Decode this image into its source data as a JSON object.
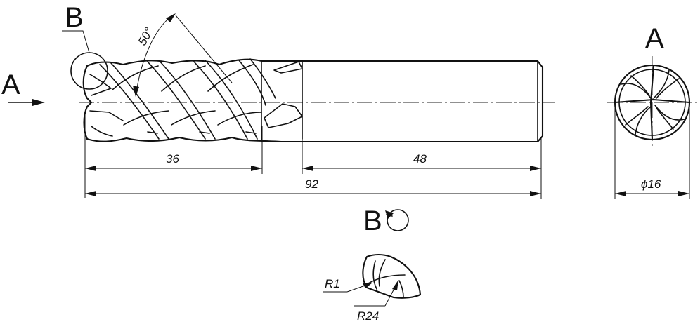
{
  "view_labels": {
    "detail_b_marker": "B",
    "view_a_arrow": "A",
    "view_a_title": "A",
    "detail_b_title": "B"
  },
  "dimensions": {
    "helix_angle": "50°",
    "flute_length": "36",
    "shank_length": "48",
    "overall_length": "92",
    "diameter": "ϕ16",
    "corner_radius": "R1",
    "profile_radius": "R24"
  }
}
